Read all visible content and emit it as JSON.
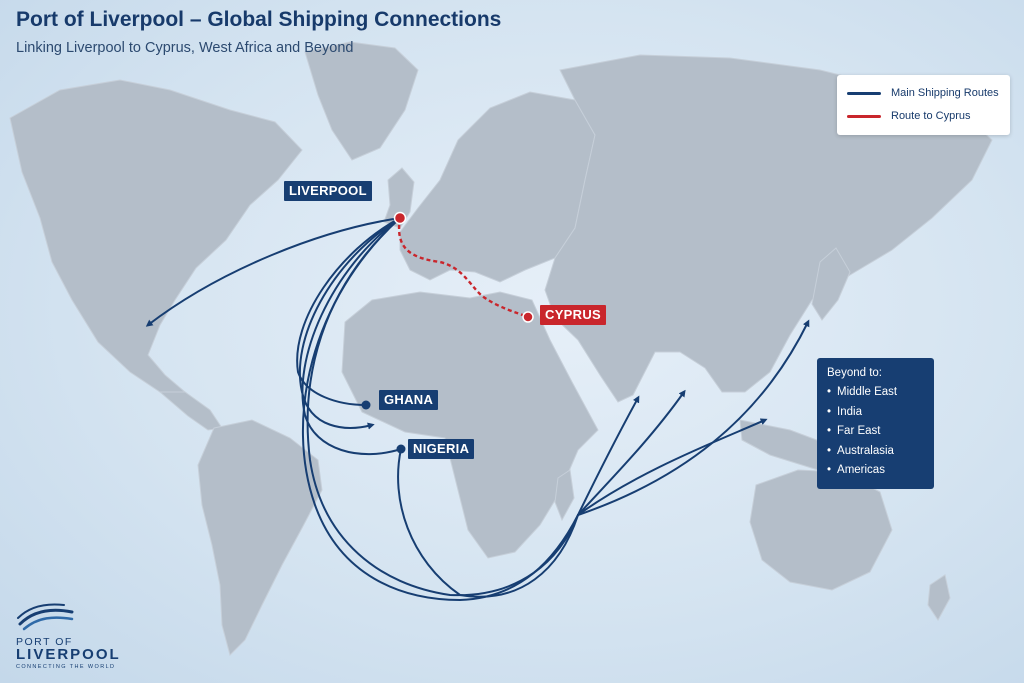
{
  "header": {
    "title": "Port of Liverpool – Global Shipping Connections",
    "subtitle": "Linking Liverpool to Cyprus, West Africa and Beyond"
  },
  "legend": {
    "items": [
      {
        "label": "Main Shipping Routes",
        "color": "#173e72"
      },
      {
        "label": "Route to Cyprus",
        "color": "#c9262c"
      }
    ]
  },
  "places": {
    "liverpool": "LIVERPOOL",
    "cyprus": "CYPRUS",
    "ghana": "GHANA",
    "nigeria": "NIGERIA"
  },
  "beyond": {
    "title": "Beyond to:",
    "items": [
      "Middle East",
      "India",
      "Far East",
      "Australasia",
      "Americas"
    ]
  },
  "logo": {
    "line1": "PORT OF",
    "line2": "LIVERPOOL",
    "line3": "CONNECTING THE WORLD"
  },
  "colors": {
    "ocean": "#d5e4f1",
    "land": "#b4bec9",
    "route_main": "#173e72",
    "route_cyprus": "#c9262c"
  }
}
